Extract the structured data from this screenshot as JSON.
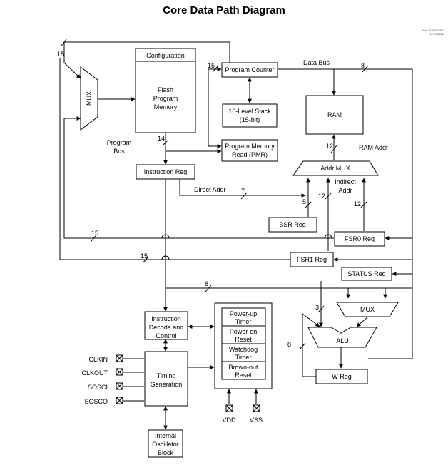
{
  "title": "Core Data Path Diagram",
  "revision": [
    "Rev. 10-000060C",
    "11/20/2016"
  ],
  "blocks": {
    "configuration": "Configuration",
    "flash": [
      "Flash",
      "Program",
      "Memory"
    ],
    "program_counter": "Program Counter",
    "stack": [
      "16-Level Stack",
      "(15-bit)"
    ],
    "pmr": [
      "Program Memory",
      "Read (PMR)"
    ],
    "ram": "RAM",
    "instruction_reg": "Instruction Reg",
    "addr_mux": "Addr MUX",
    "bsr_reg": "BSR Reg",
    "fsr0_reg": "FSR0 Reg",
    "fsr1_reg": "FSR1 Reg",
    "status_reg": "STATUS Reg",
    "mux_left": "MUX",
    "mux_alu": "MUX",
    "alu": "ALU",
    "w_reg": "W Reg",
    "decode": [
      "Instruction",
      "Decode and",
      "Control"
    ],
    "timing": [
      "Timing",
      "Generation"
    ],
    "internal_osc": [
      "Internal",
      "Oscillator",
      "Block"
    ],
    "powerup": [
      "Power-up",
      "Timer"
    ],
    "poweron": [
      "Power-on",
      "Reset"
    ],
    "watchdog": [
      "Watchdog",
      "Timer"
    ],
    "brownout": [
      "Brown-out",
      "Reset"
    ]
  },
  "labels": {
    "data_bus": "Data Bus",
    "program_bus": [
      "Program",
      "Bus"
    ],
    "ram_addr": "RAM Addr",
    "direct_addr": "Direct Addr",
    "indirect_addr": [
      "Indirect",
      "Addr"
    ]
  },
  "bus_widths": {
    "top_left": "15",
    "pc_in": "15",
    "data_bus": "8",
    "flash_out": "14",
    "ram_addr": "12",
    "direct_addr": "7",
    "bsr": "5",
    "fsr1_addr": "12",
    "fsr0_addr": "12",
    "fsr0_line": "15",
    "fsr1_line": "15",
    "decode_line": "8",
    "alu_mux": "3",
    "w_feedback": "8"
  },
  "pins": {
    "clkin": "CLKIN",
    "clkout": "CLKOUT",
    "sosci": "SOSCI",
    "sosco": "SOSCO",
    "vdd": "VDD",
    "vss": "VSS"
  }
}
